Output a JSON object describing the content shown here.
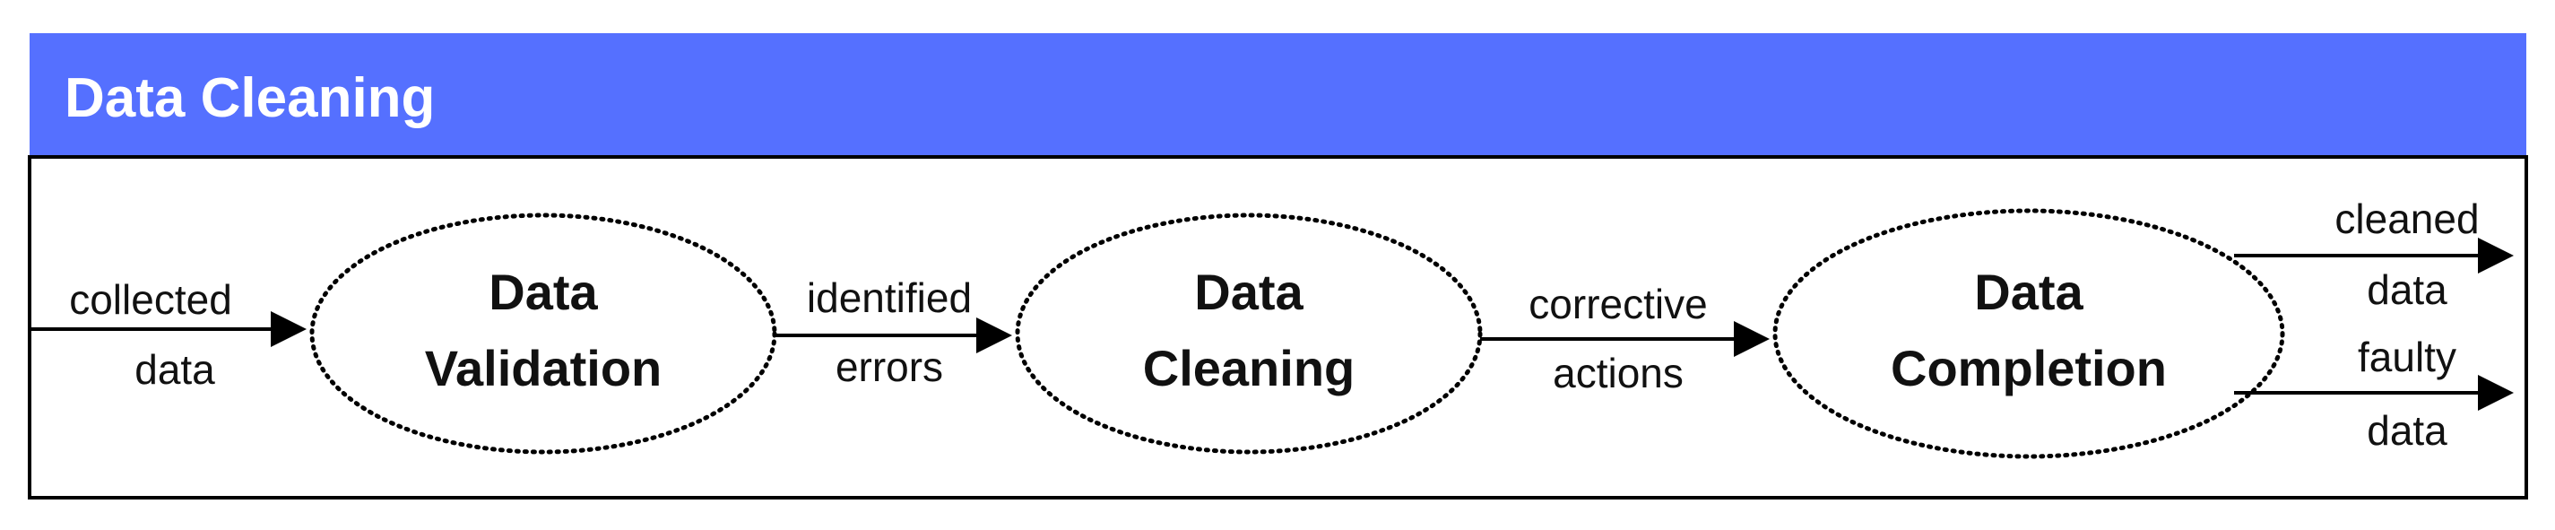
{
  "header": {
    "title": "Data Cleaning",
    "color": "#5570ff"
  },
  "nodes": [
    {
      "id": "validation",
      "lines": [
        "Data",
        "Validation"
      ]
    },
    {
      "id": "cleaning",
      "lines": [
        "Data",
        "Cleaning"
      ]
    },
    {
      "id": "completion",
      "lines": [
        "Data",
        "Completion"
      ]
    }
  ],
  "edges": [
    {
      "from": "input",
      "to": "validation",
      "lines": [
        "collected",
        "data"
      ]
    },
    {
      "from": "validation",
      "to": "cleaning",
      "lines": [
        "identified",
        "errors"
      ]
    },
    {
      "from": "cleaning",
      "to": "completion",
      "lines": [
        "corrective",
        "actions"
      ]
    },
    {
      "from": "completion",
      "to": "output-top",
      "lines": [
        "cleaned",
        "data"
      ]
    },
    {
      "from": "completion",
      "to": "output-bottom",
      "lines": [
        "faulty",
        "data"
      ]
    }
  ]
}
